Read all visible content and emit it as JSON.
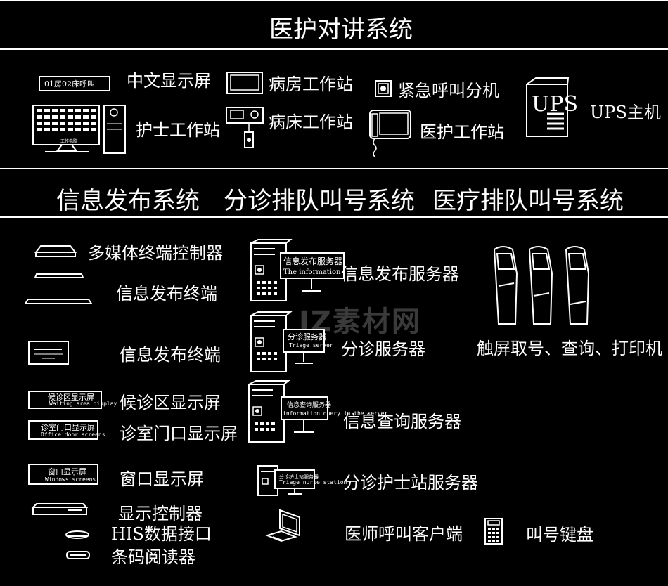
{
  "sections": {
    "intercom_title": "医护对讲系统",
    "systems": [
      "信息发布系统",
      "分诊排队叫号系统",
      "医疗排队叫号系统"
    ]
  },
  "intercom": {
    "cn_display": "中文显示屏",
    "cn_display_text": "01房02床呼叫",
    "nurse_ws": "护士工作站",
    "nurse_ws_screen": "工作电脑",
    "ward_ws": "病房工作站",
    "bed_ws": "病床工作站",
    "emergency": "紧急呼叫分机",
    "medical_ws": "医护工作站",
    "ups": "UPS主机",
    "ups_mark": "UPS"
  },
  "devices": {
    "multimedia_ctrl": "多媒体终端控制器",
    "info_terminal_1": "信息发布终端",
    "info_terminal_2": "信息发布终端",
    "waiting_display": "候诊区显示屏",
    "waiting_display_cn": "候诊区显示屏",
    "waiting_display_en": "Waiting area display",
    "office_display": "诊室门口显示屏",
    "office_display_cn": "诊室门口显示屏",
    "office_display_en": "Office door screens",
    "window_display": "窗口显示屏",
    "window_display_cn": "窗口显示屏",
    "window_display_en": "Windows screens",
    "display_ctrl": "显示控制器",
    "his_port": "HIS数据接口",
    "barcode": "条码阅读器"
  },
  "servers": {
    "info_server": "信息发布服务器",
    "info_server_cn": "信息发布服务器",
    "info_server_en": "The information",
    "triage_server": "分诊服务器",
    "triage_server_cn": "分诊服务器",
    "triage_server_en": "Triage server",
    "query_server": "信息查询服务器",
    "query_server_cn": "信息查询服务器",
    "query_server_en": "information query in the server",
    "nurse_station_server": "分诊护士站服务器",
    "nurse_station_cn": "分诊护士站服务器",
    "nurse_station_en": "Triage nurse station",
    "doctor_client": "医师呼叫客户端",
    "keypad": "叫号键盘",
    "kiosk": "触屏取号、查询、打印机"
  },
  "watermark": "IZ素材网"
}
